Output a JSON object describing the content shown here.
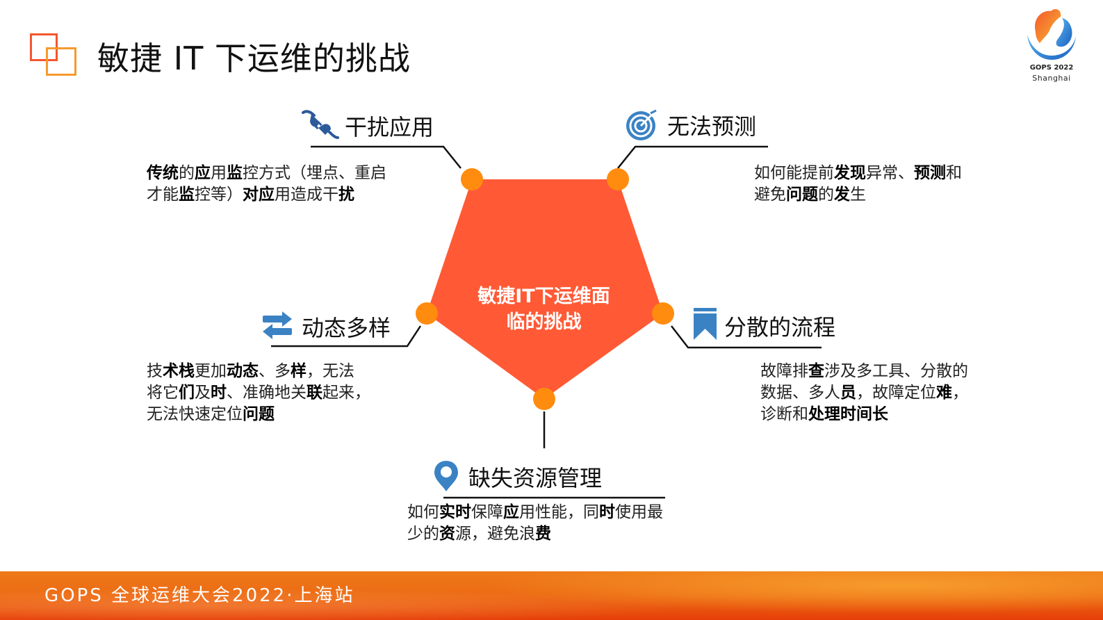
{
  "header": {
    "title": "敏捷 IT 下运维的挑战",
    "logo": {
      "line1": "GOPS 2022",
      "line2": "Shanghai"
    }
  },
  "center": {
    "line1": "敏捷IT下运维面",
    "line2": "临的挑战",
    "fill_color": "#ff5a35",
    "node_color": "#ff8c0f"
  },
  "challenges": [
    {
      "id": "interfere",
      "icon": "plug-icon",
      "title": "干扰应用",
      "desc_lines": [
        [
          {
            "t": "传统",
            "b": true
          },
          {
            "t": "的",
            "b": false
          },
          {
            "t": "应",
            "b": true
          },
          {
            "t": "用",
            "b": false
          },
          {
            "t": "监",
            "b": true
          },
          {
            "t": "控方式（埋点、重启",
            "b": false
          }
        ],
        [
          {
            "t": "才能",
            "b": false
          },
          {
            "t": "监",
            "b": true
          },
          {
            "t": "控等）",
            "b": false
          },
          {
            "t": "对应",
            "b": true
          },
          {
            "t": "用造成干",
            "b": false
          },
          {
            "t": "扰",
            "b": true
          }
        ]
      ]
    },
    {
      "id": "unpredictable",
      "icon": "target-icon",
      "title": "无法预测",
      "desc_lines": [
        [
          {
            "t": "如何能提前",
            "b": false
          },
          {
            "t": "发现",
            "b": true
          },
          {
            "t": "异常、",
            "b": false
          },
          {
            "t": "预测",
            "b": true
          },
          {
            "t": "和",
            "b": false
          }
        ],
        [
          {
            "t": "避免",
            "b": false
          },
          {
            "t": "问题",
            "b": true
          },
          {
            "t": "的",
            "b": false
          },
          {
            "t": "发",
            "b": true
          },
          {
            "t": "生",
            "b": false
          }
        ]
      ]
    },
    {
      "id": "dynamic",
      "icon": "swap-arrows-icon",
      "title": "动态多样",
      "desc_lines": [
        [
          {
            "t": "技",
            "b": false
          },
          {
            "t": "术栈",
            "b": true
          },
          {
            "t": "更加",
            "b": false
          },
          {
            "t": "动态",
            "b": true
          },
          {
            "t": "、多",
            "b": false
          },
          {
            "t": "样",
            "b": true
          },
          {
            "t": "，无法",
            "b": false
          }
        ],
        [
          {
            "t": "将它",
            "b": false
          },
          {
            "t": "们",
            "b": true
          },
          {
            "t": "及",
            "b": false
          },
          {
            "t": "时",
            "b": true
          },
          {
            "t": "、准确地关",
            "b": false
          },
          {
            "t": "联",
            "b": true
          },
          {
            "t": "起来，",
            "b": false
          }
        ],
        [
          {
            "t": "无法快速定位",
            "b": false
          },
          {
            "t": "问题",
            "b": true
          }
        ]
      ]
    },
    {
      "id": "scattered",
      "icon": "bookmark-icon",
      "title": "分散的流程",
      "desc_lines": [
        [
          {
            "t": "故障排",
            "b": false
          },
          {
            "t": "查",
            "b": true
          },
          {
            "t": "涉及多工具、分散的",
            "b": false
          }
        ],
        [
          {
            "t": "数据、多人",
            "b": false
          },
          {
            "t": "员",
            "b": true
          },
          {
            "t": "，故障定位",
            "b": false
          },
          {
            "t": "难",
            "b": true
          },
          {
            "t": "，",
            "b": false
          }
        ],
        [
          {
            "t": "诊断和",
            "b": false
          },
          {
            "t": "处理时间长",
            "b": true
          }
        ]
      ]
    },
    {
      "id": "resources",
      "icon": "location-pin-icon",
      "title": "缺失资源管理",
      "desc_lines": [
        [
          {
            "t": "如何",
            "b": false
          },
          {
            "t": "实时",
            "b": true
          },
          {
            "t": "保障",
            "b": false
          },
          {
            "t": "应",
            "b": true
          },
          {
            "t": "用性能，同",
            "b": false
          },
          {
            "t": "时",
            "b": true
          },
          {
            "t": "使用最",
            "b": false
          }
        ],
        [
          {
            "t": "少的",
            "b": false
          },
          {
            "t": "资",
            "b": true
          },
          {
            "t": "源，避免浪",
            "b": false
          },
          {
            "t": "费",
            "b": true
          }
        ]
      ]
    }
  ],
  "footer": {
    "text": "GOPS 全球运维大会2022·上海站"
  },
  "colors": {
    "icon_blue": "#3a82c4",
    "title_icon_red": "#f4562e",
    "title_icon_orange": "#f59a2c"
  }
}
